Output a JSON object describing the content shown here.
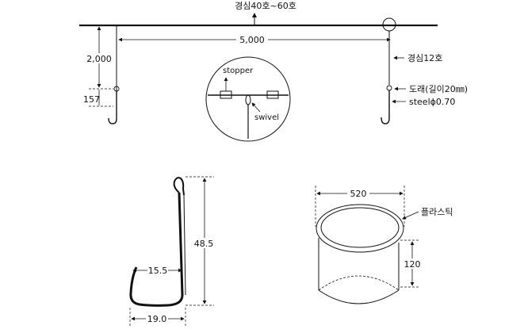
{
  "longline": {
    "main_line_label": "경심40호~60호",
    "span_label": "5,000",
    "branch_label": "경심12호",
    "depth_label": "2,000",
    "short_label": "157",
    "swivel_ring_label": "도래(길이20㎜)",
    "steel_label": "steelϕ0.70",
    "detail": {
      "stopper_label": "stopper",
      "swivel_label": "swivel"
    }
  },
  "hook": {
    "height_label": "48.5",
    "gap_label": "15.5",
    "width_label": "19.0"
  },
  "basket": {
    "width_label": "520",
    "height_label": "120",
    "material_label": "플라스틱"
  }
}
